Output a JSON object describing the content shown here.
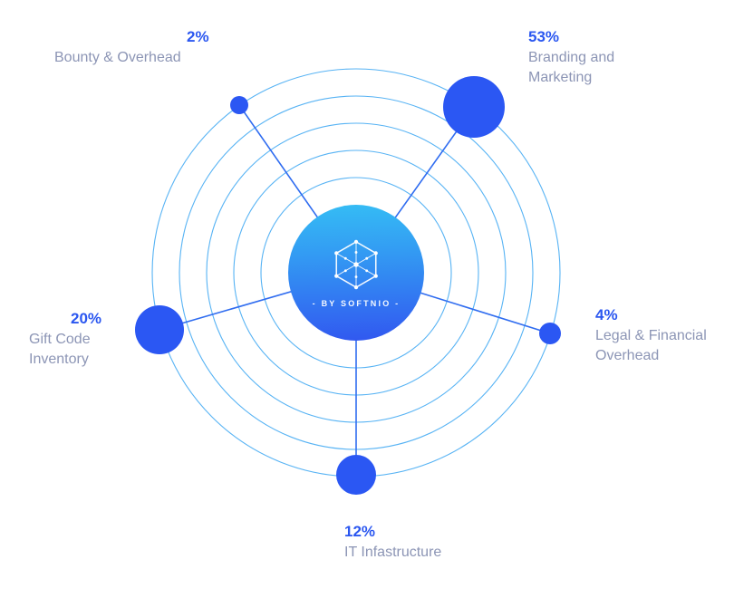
{
  "brand": {
    "center_caption": "- BY SOFTNIO -",
    "icon": "hex-network-icon"
  },
  "colors": {
    "accent_blue": "#2b57f3",
    "ring_blue": "#3aa6f2",
    "line_blue": "#2f6cf0",
    "percent_text": "#2b57f0",
    "label_text": "#8c95b5",
    "center_gradient_top": "#35bdf4",
    "center_gradient_bottom": "#3157f0"
  },
  "nodes": [
    {
      "id": "bounty-overhead",
      "percent": "2%",
      "value": 2,
      "label": "Bounty & Overhead"
    },
    {
      "id": "branding-marketing",
      "percent": "53%",
      "value": 53,
      "label": "Branding and Marketing"
    },
    {
      "id": "legal-financial",
      "percent": "4%",
      "value": 4,
      "label": "Legal & Financial Overhead"
    },
    {
      "id": "it-infrastructure",
      "percent": "12%",
      "value": 12,
      "label": "IT Infastructure"
    },
    {
      "id": "gift-code-inventory",
      "percent": "20%",
      "value": 20,
      "label": "Gift Code Inventory"
    }
  ]
}
